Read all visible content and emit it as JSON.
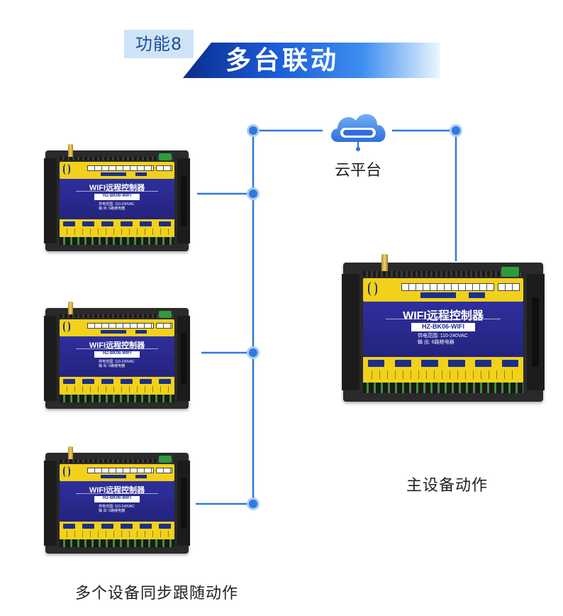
{
  "header": {
    "feature_label": "功能8",
    "title": "多台联动"
  },
  "cloud": {
    "label": "云平台",
    "icon": "cloud-server-icon"
  },
  "device": {
    "brand": "WIFI远程控制器",
    "model": "HZ-BK06-WIFI",
    "spec_line1": "供电范围: 110-240VAC",
    "spec_line2": "输    出: 6路继电器"
  },
  "captions": {
    "master": "主设备动作",
    "slaves": "多个设备同步跟随动作"
  },
  "colors": {
    "line": "#2f79df",
    "node_fill": "#2f79df",
    "node_ring": "#a9cdf6",
    "title_blue": "#1a5ad6",
    "panel_yellow": "#f2d11b",
    "panel_blue": "#23237e"
  }
}
